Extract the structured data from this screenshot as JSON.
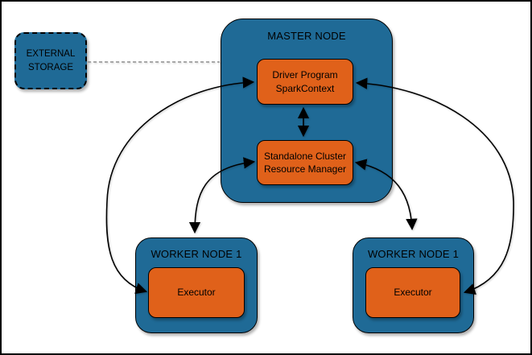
{
  "colors": {
    "container_fill": "#1F6A96",
    "box_fill": "#E0611A",
    "shape_stroke": "#000000",
    "edge_stroke": "#000000",
    "dashed_edge": "#909090",
    "canvas_bg": "#FFFFFF",
    "canvas_border": "#000000",
    "text": "#000000"
  },
  "nodes": {
    "external_storage": {
      "line1": "EXTERNAL",
      "line2": "STORAGE"
    },
    "master": {
      "title": "MASTER NODE"
    },
    "driver": {
      "line1": "Driver Program",
      "line2": "SparkContext"
    },
    "resource_manager": {
      "line1": "Standalone Cluster",
      "line2": "Resource Manager"
    },
    "worker_left": {
      "title": "WORKER NODE 1"
    },
    "executor_left": {
      "label": "Executor"
    },
    "worker_right": {
      "title": "WORKER NODE 1"
    },
    "executor_right": {
      "label": "Executor"
    }
  },
  "edges": [
    {
      "from": "external-storage",
      "to": "master-node",
      "style": "dashed",
      "arrows": "none"
    },
    {
      "from": "driver-program",
      "to": "resource-manager",
      "style": "solid",
      "arrows": "both"
    },
    {
      "from": "driver-program",
      "to": "executor-left",
      "style": "solid",
      "arrows": "both"
    },
    {
      "from": "resource-manager",
      "to": "worker-left",
      "style": "solid",
      "arrows": "both"
    },
    {
      "from": "driver-program",
      "to": "executor-right",
      "style": "solid",
      "arrows": "both"
    },
    {
      "from": "resource-manager",
      "to": "worker-right",
      "style": "solid",
      "arrows": "both"
    }
  ]
}
